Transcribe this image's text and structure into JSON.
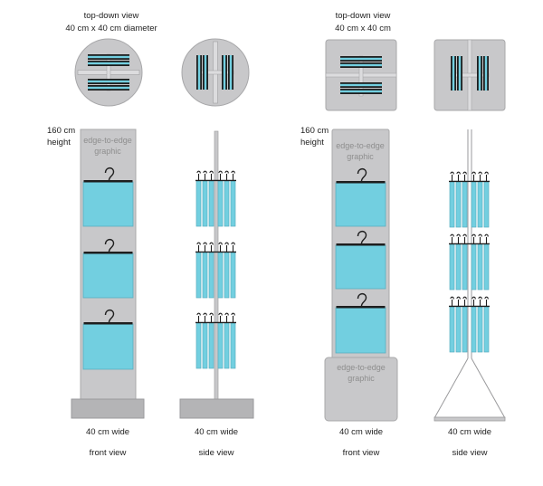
{
  "left": {
    "top_view_title": "top-down view",
    "top_view_size": "40 cm x 40 cm diameter",
    "height_value": "160 cm",
    "height_word": "height",
    "graphic_line1": "edge-to-edge",
    "graphic_line2": "graphic",
    "front_width": "40 cm wide",
    "side_width": "40 cm wide",
    "front_caption": "front view",
    "side_caption": "side view"
  },
  "right": {
    "top_view_title": "top-down view",
    "top_view_size": "40 cm x 40 cm",
    "height_value": "160 cm",
    "height_word": "height",
    "graphic_top_line1": "edge-to-edge",
    "graphic_top_line2": "graphic",
    "graphic_bottom_line1": "edge-to-edge",
    "graphic_bottom_line2": "graphic",
    "front_width": "40 cm wide",
    "side_width": "40 cm wide",
    "front_caption": "front view",
    "side_caption": "side view"
  },
  "colors": {
    "panel": "#c8c8ca",
    "panel_stroke": "#a8a8aa",
    "base": "#b4b4b6",
    "garment": "#72cfe0",
    "garment_stroke": "#5aaec0",
    "hanger": "#1e1e1e"
  }
}
